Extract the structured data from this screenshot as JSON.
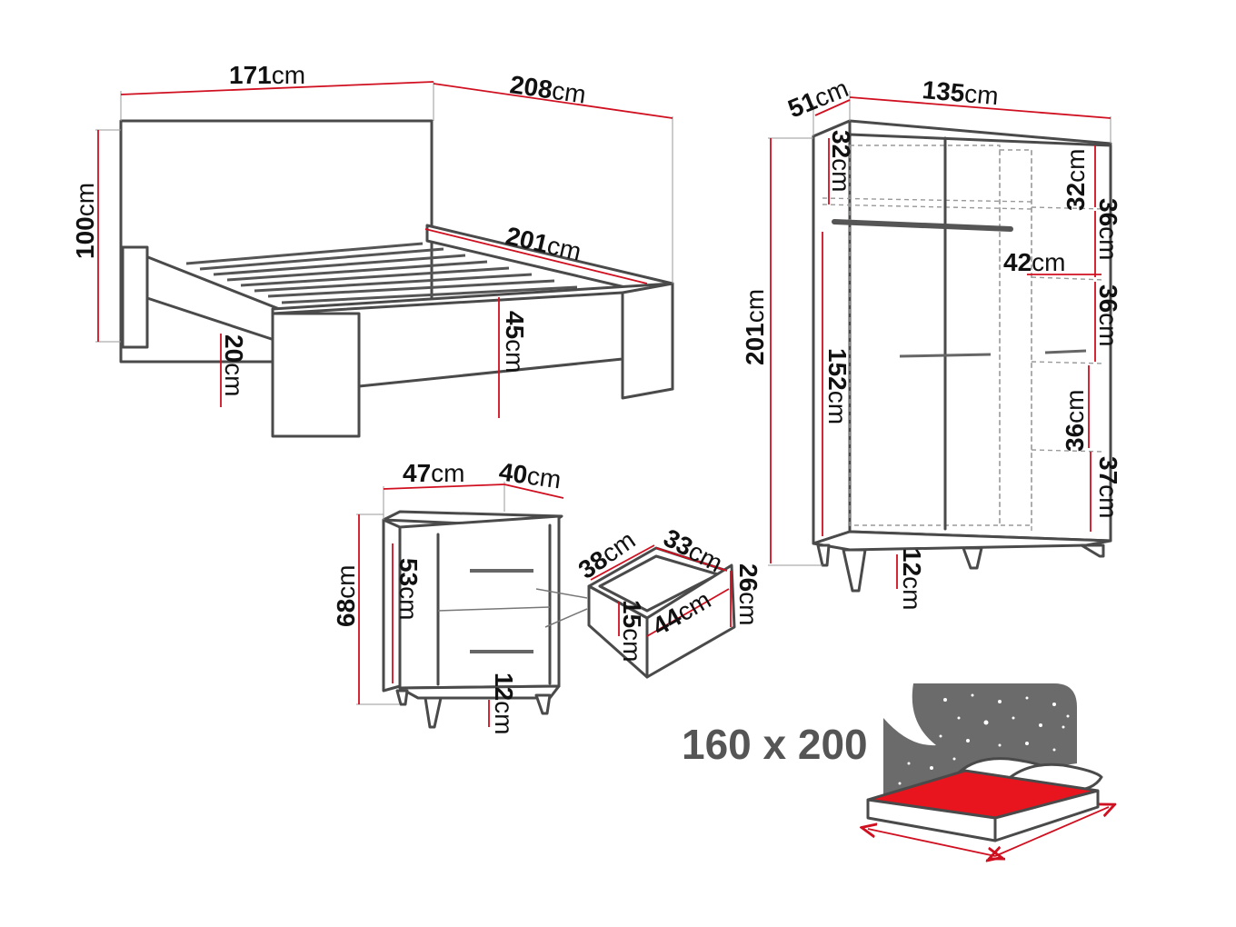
{
  "unit": "cm",
  "bed": {
    "width": "171",
    "length": "208",
    "headboard_height": "100",
    "mattress_length": "201",
    "frame_height": "45",
    "leg_height": "20"
  },
  "wardrobe": {
    "depth": "51",
    "width": "135",
    "height": "201",
    "top_shelf_left": "32",
    "top_shelf_right": "32",
    "shelf_1": "36",
    "shelf_2": "36",
    "shelf_3": "36",
    "shelf_4": "37",
    "inner_width": "42",
    "hanging_height": "152",
    "leg_height": "12"
  },
  "nightstand": {
    "width": "47",
    "depth": "40",
    "height": "68",
    "body_height": "53",
    "leg_height": "12"
  },
  "drawer": {
    "inner_depth": "38",
    "inner_width": "33",
    "height": "26",
    "width": "44",
    "inner_height": "15"
  },
  "mattress_size": "160 x 200",
  "colors": {
    "dimension_line": "#d01020",
    "outline": "#4a4a4a",
    "mattress": "#e8151e",
    "night_sky": "#6b6b6b"
  }
}
